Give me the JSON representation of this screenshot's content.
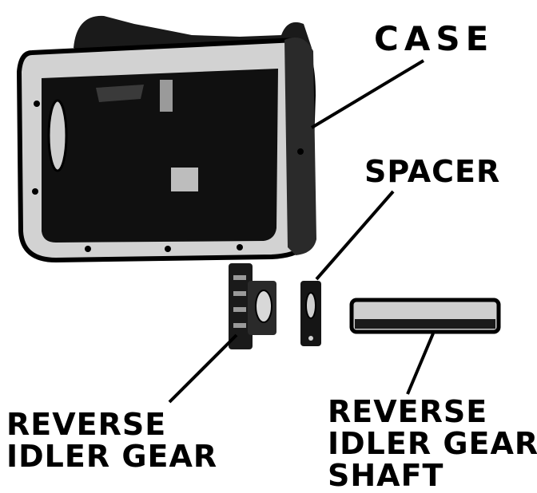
{
  "labels": {
    "case": "CASE",
    "spacer": "SPACER",
    "reverse_idler_gear": [
      "REVERSE",
      "IDLER GEAR"
    ],
    "reverse_idler_gear_shaft": [
      "REVERSE",
      "IDLER GEAR",
      "SHAFT"
    ]
  },
  "colors": {
    "ink": "#000000",
    "paper": "#ffffff",
    "casting": "#1a1a1a",
    "casting_light": "#cfcfcf"
  }
}
